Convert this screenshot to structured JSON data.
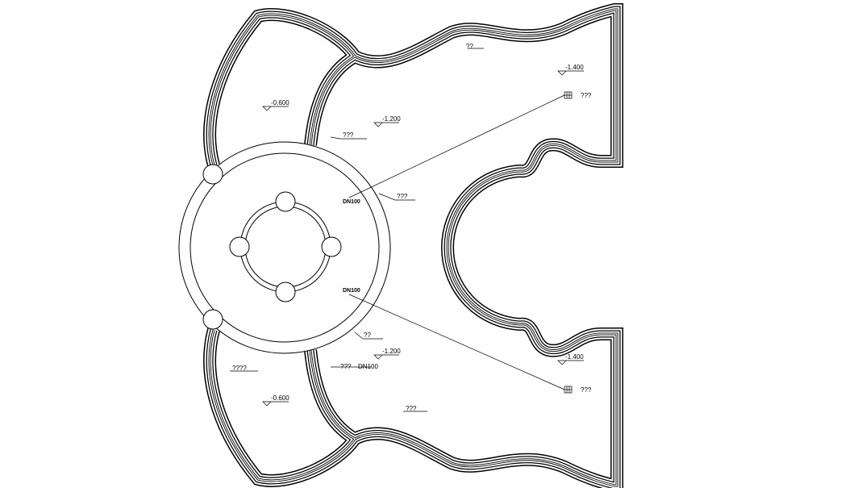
{
  "drawing": {
    "levels": {
      "upper_left": "-0.600",
      "upper_mid": "-1.200",
      "upper_right": "-1.400",
      "lower_left": "-0.600",
      "lower_mid": "-1.200",
      "lower_right": "-1.400"
    },
    "notes": {
      "upper_pipe": "???",
      "upper_wall": "??",
      "upper_drain": "???",
      "upper_center": "???",
      "upper_dn": "DN100",
      "lower_dn": "DN100",
      "lower_wall": "??",
      "lower_pipe": "???",
      "lower_pipe_dn": "DN100",
      "lower_drain": "???",
      "lower_left": "????",
      "lower_bottom": "???"
    },
    "colors": {
      "line": "#000000",
      "background": "#ffffff"
    }
  }
}
